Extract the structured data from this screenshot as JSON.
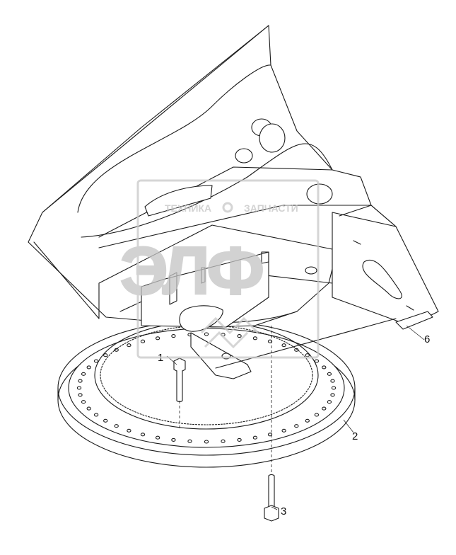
{
  "watermark": {
    "top_text": "ТЕХНИКА",
    "right_text": "ЗАПЧАСТИ",
    "logo_letters": "ЭЛФ"
  },
  "callouts": [
    {
      "id": "part-1",
      "label": "1"
    },
    {
      "id": "part-2",
      "label": "2"
    },
    {
      "id": "part-3",
      "label": "3"
    },
    {
      "id": "part-6",
      "label": "6"
    }
  ],
  "colors": {
    "line": "#1a1a1a",
    "background": "#ffffff",
    "watermark": "#c8c8c8"
  }
}
